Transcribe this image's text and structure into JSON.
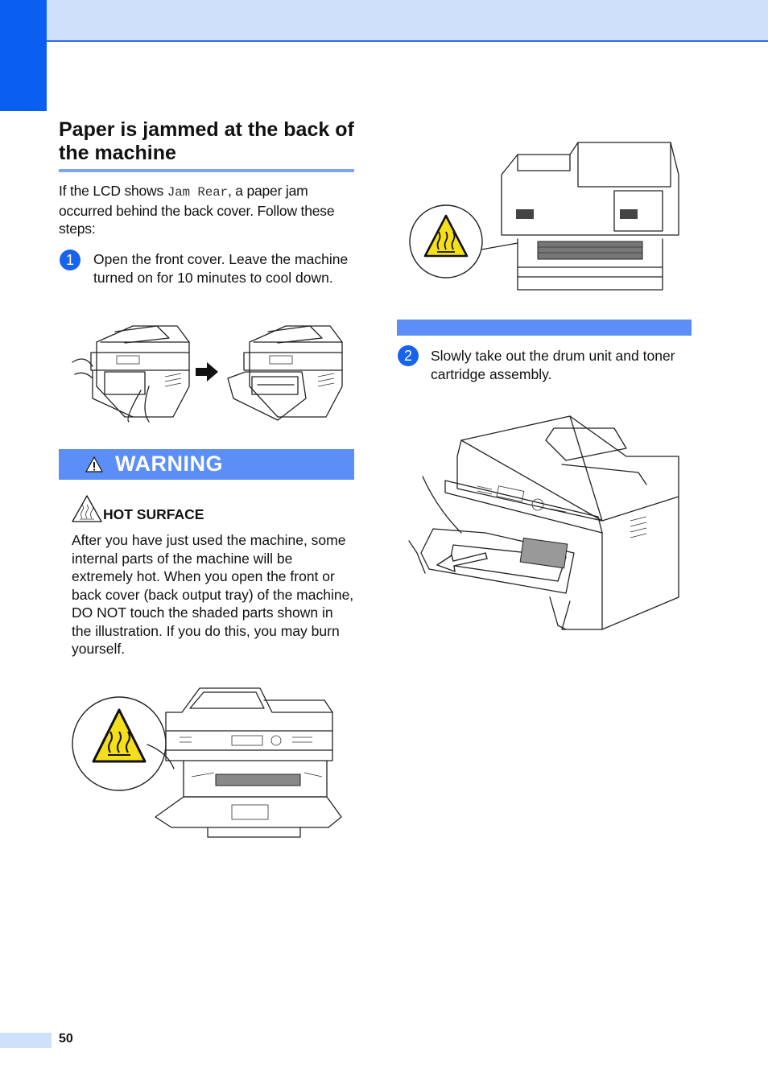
{
  "section_title": "Paper is jammed at the back of the machine",
  "intro": {
    "before": "If the LCD shows ",
    "code": "Jam Rear",
    "after": ", a paper jam occurred behind the back cover. Follow these steps:"
  },
  "steps": [
    {
      "number": "1",
      "text": "Open the front cover. Leave the machine turned on for 10 minutes to cool down."
    },
    {
      "number": "2",
      "text": "Slowly take out the drum unit and toner cartridge assembly."
    }
  ],
  "warning": {
    "label": "WARNING",
    "subtitle": "HOT SURFACE",
    "body": "After you have just used the machine, some internal parts of the machine will be extremely hot. When you open the front or back cover (back output tray) of the machine, DO NOT touch the shaded parts shown in the illustration. If you do this, you may burn yourself."
  },
  "icons": [
    "warning-triangle-icon",
    "hot-surface-icon",
    "arrow-right-icon"
  ],
  "colors": {
    "accent": "#0a5ff0",
    "accent_light": "#cfe0fb",
    "warning_bar": "#5b8ef6",
    "hot_yellow": "#f5df1a"
  },
  "page_number": "50"
}
